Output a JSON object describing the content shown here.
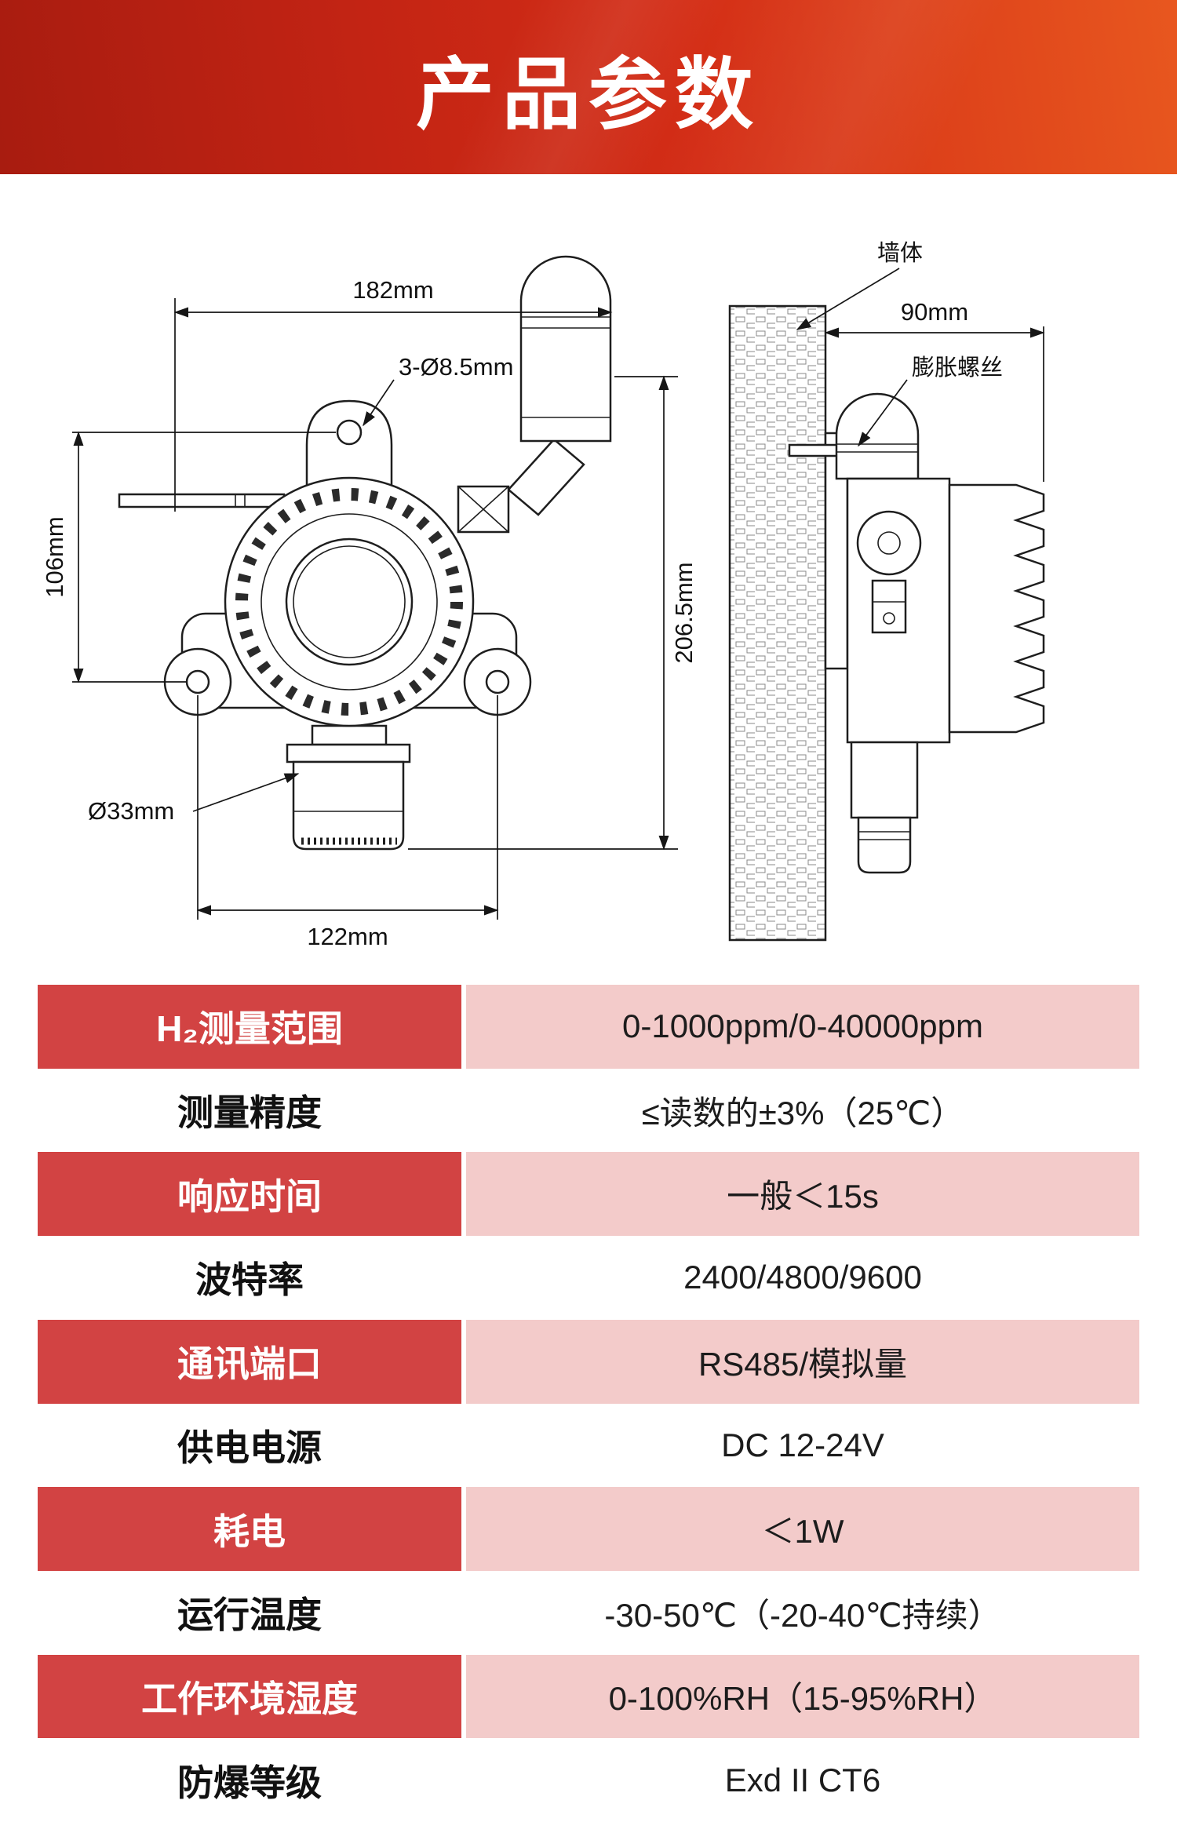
{
  "banner": {
    "title": "产品参数"
  },
  "diagram": {
    "front": {
      "dim_top_width": "182mm",
      "dim_mount_holes": "3-Ø8.5mm",
      "dim_left_height": "106mm",
      "dim_right_height": "206.5mm",
      "dim_probe_diameter": "Ø33mm",
      "dim_bottom_width": "122mm"
    },
    "side": {
      "wall_label": "墙体",
      "dim_depth": "90mm",
      "screw_label": "膨胀螺丝"
    }
  },
  "table": {
    "rows": [
      {
        "label": "H₂测量范围",
        "value": "0-1000ppm/0-40000ppm",
        "highlight": true
      },
      {
        "label": "测量精度",
        "value": "≤读数的±3%（25℃）",
        "highlight": false
      },
      {
        "label": "响应时间",
        "value": "一般＜15s",
        "highlight": true
      },
      {
        "label": "波特率",
        "value": "2400/4800/9600",
        "highlight": false
      },
      {
        "label": "通讯端口",
        "value": "RS485/模拟量",
        "highlight": true
      },
      {
        "label": "供电电源",
        "value": "DC 12-24V",
        "highlight": false
      },
      {
        "label": "耗电",
        "value": "＜1W",
        "highlight": true
      },
      {
        "label": "运行温度",
        "value": "-30-50℃（-20-40℃持续）",
        "highlight": false
      },
      {
        "label": "工作环境湿度",
        "value": "0-100%RH（15-95%RH）",
        "highlight": true
      },
      {
        "label": "防爆等级",
        "value": "Exd II CT6",
        "highlight": false
      }
    ]
  },
  "colors": {
    "banner_gradient_start": "#a81c10",
    "banner_gradient_end": "#e8571f",
    "row_label_red": "#d24343",
    "row_value_pink": "#f3cbca"
  }
}
